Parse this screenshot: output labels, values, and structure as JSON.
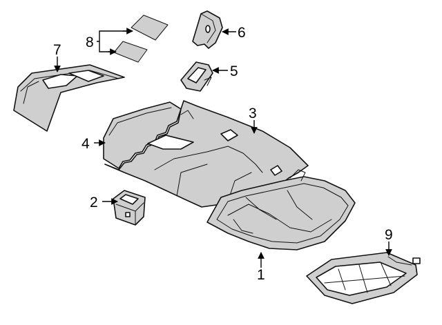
{
  "diagram": {
    "callouts": [
      {
        "id": "1",
        "label": "1"
      },
      {
        "id": "2",
        "label": "2"
      },
      {
        "id": "3",
        "label": "3"
      },
      {
        "id": "4",
        "label": "4"
      },
      {
        "id": "5",
        "label": "5"
      },
      {
        "id": "6",
        "label": "6"
      },
      {
        "id": "7",
        "label": "7"
      },
      {
        "id": "8",
        "label": "8"
      },
      {
        "id": "9",
        "label": "9"
      }
    ],
    "colors": {
      "line": "#111111",
      "shade": "#cfcfcf",
      "background": "#ffffff"
    }
  }
}
